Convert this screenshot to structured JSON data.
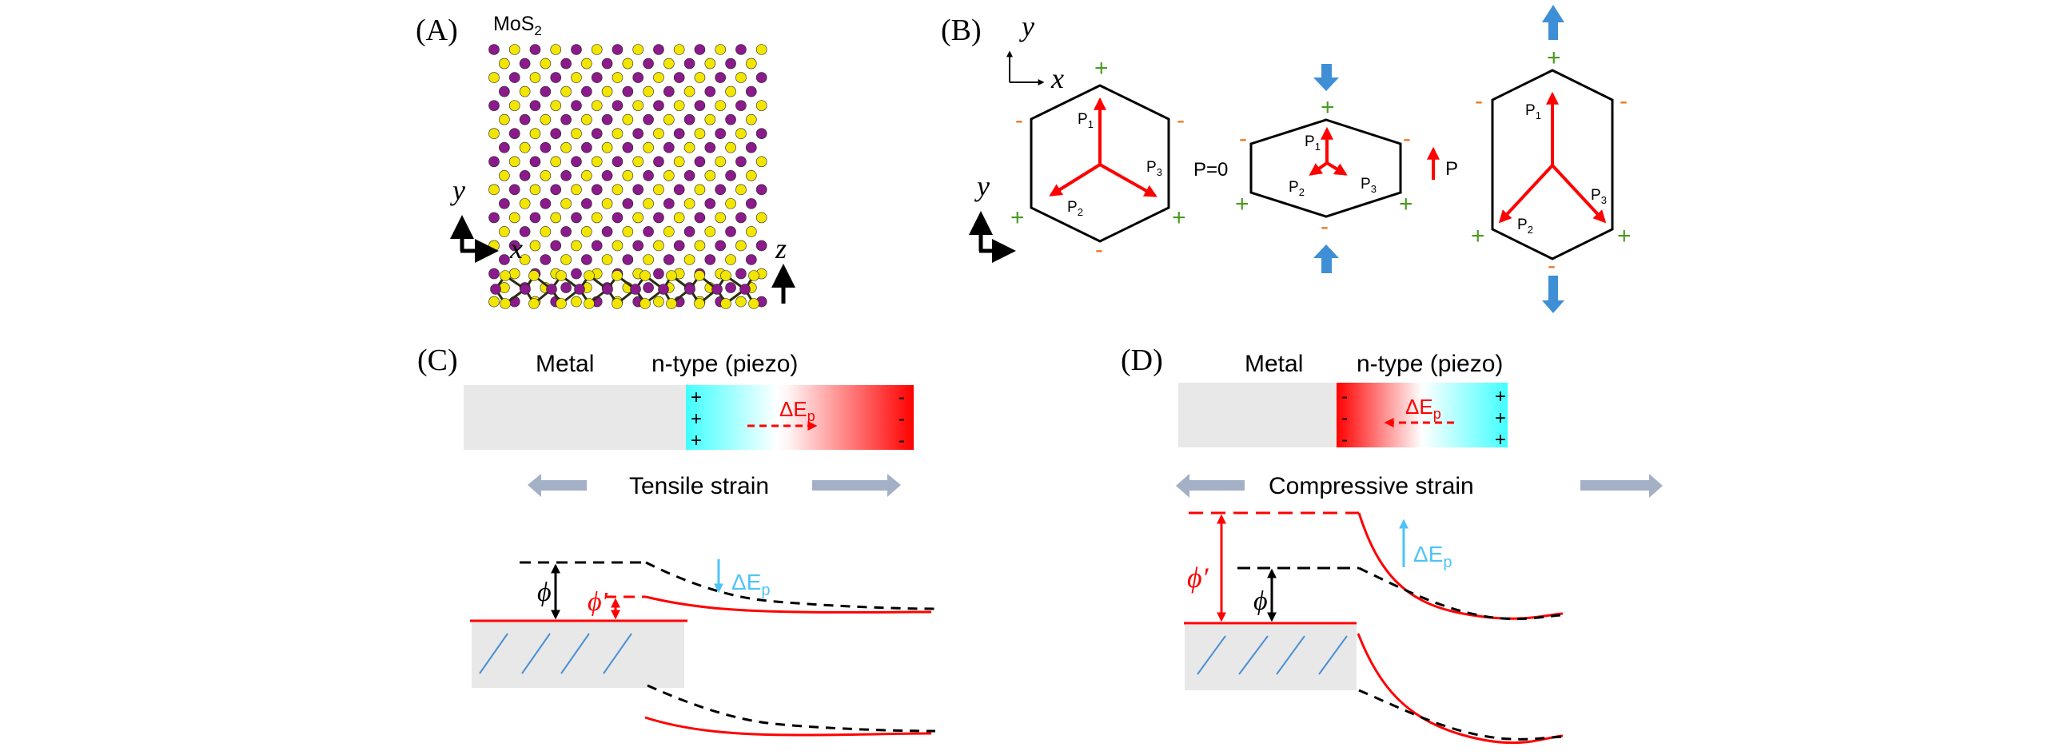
{
  "colors": {
    "mo_atom": "#8B1A8B",
    "s_atom": "#F2E600",
    "polarization": "#FF0000",
    "positive_charge": "#4A9A22",
    "negative_charge": "#E87722",
    "force_arrow": "#3F8FD6",
    "strain_arrow": "#A3B0C6",
    "metal_fill": "#E8E8E8",
    "hatch": "#4A8FD6",
    "cyan": "#40FFFF",
    "red": "#FF0000",
    "delta_ep_band": "#4FC3F7"
  },
  "panel_a": {
    "label": "(A)",
    "material": "MoS",
    "material_sub": "2",
    "axis_top_y": "y",
    "axis_top_x": "x",
    "axis_side_z": "z"
  },
  "panel_b": {
    "label": "(B)",
    "axis_y": "y",
    "axis_x": "x",
    "axis2_y": "y",
    "hexagons": [
      {
        "state": "unstrained",
        "vectors": [
          "P1",
          "P2",
          "P3"
        ],
        "net_label": "P=0"
      },
      {
        "state": "compressed",
        "vectors": [
          "P1",
          "P2",
          "P3"
        ],
        "net_label": "P"
      },
      {
        "state": "stretched",
        "vectors": [
          "P1",
          "P2",
          "P3"
        ]
      }
    ],
    "p_main": "P",
    "sub1": "1",
    "sub2": "2",
    "sub3": "3",
    "p_zero": "P=0",
    "p_net": "P",
    "plus": "+",
    "minus": "-"
  },
  "panel_c": {
    "label": "(C)",
    "metal_label": "Metal",
    "semi_label": "n-type (piezo)",
    "field_label": "ΔE",
    "field_sub": "p",
    "strain_label": "Tensile strain",
    "band_field_label": "ΔE",
    "band_field_sub": "p",
    "phi": "ϕ",
    "phi_prime": "ϕ′",
    "left_charges": [
      "+",
      "+",
      "+"
    ],
    "right_charges": [
      "-",
      "-",
      "-"
    ]
  },
  "panel_d": {
    "label": "(D)",
    "metal_label": "Metal",
    "semi_label": "n-type (piezo)",
    "field_label": "ΔE",
    "field_sub": "p",
    "strain_label": "Compressive strain",
    "band_field_label": "ΔE",
    "band_field_sub": "p",
    "phi": "ϕ",
    "phi_prime": "ϕ′",
    "left_charges": [
      "-",
      "-",
      "-"
    ],
    "right_charges": [
      "+",
      "+",
      "+"
    ]
  }
}
